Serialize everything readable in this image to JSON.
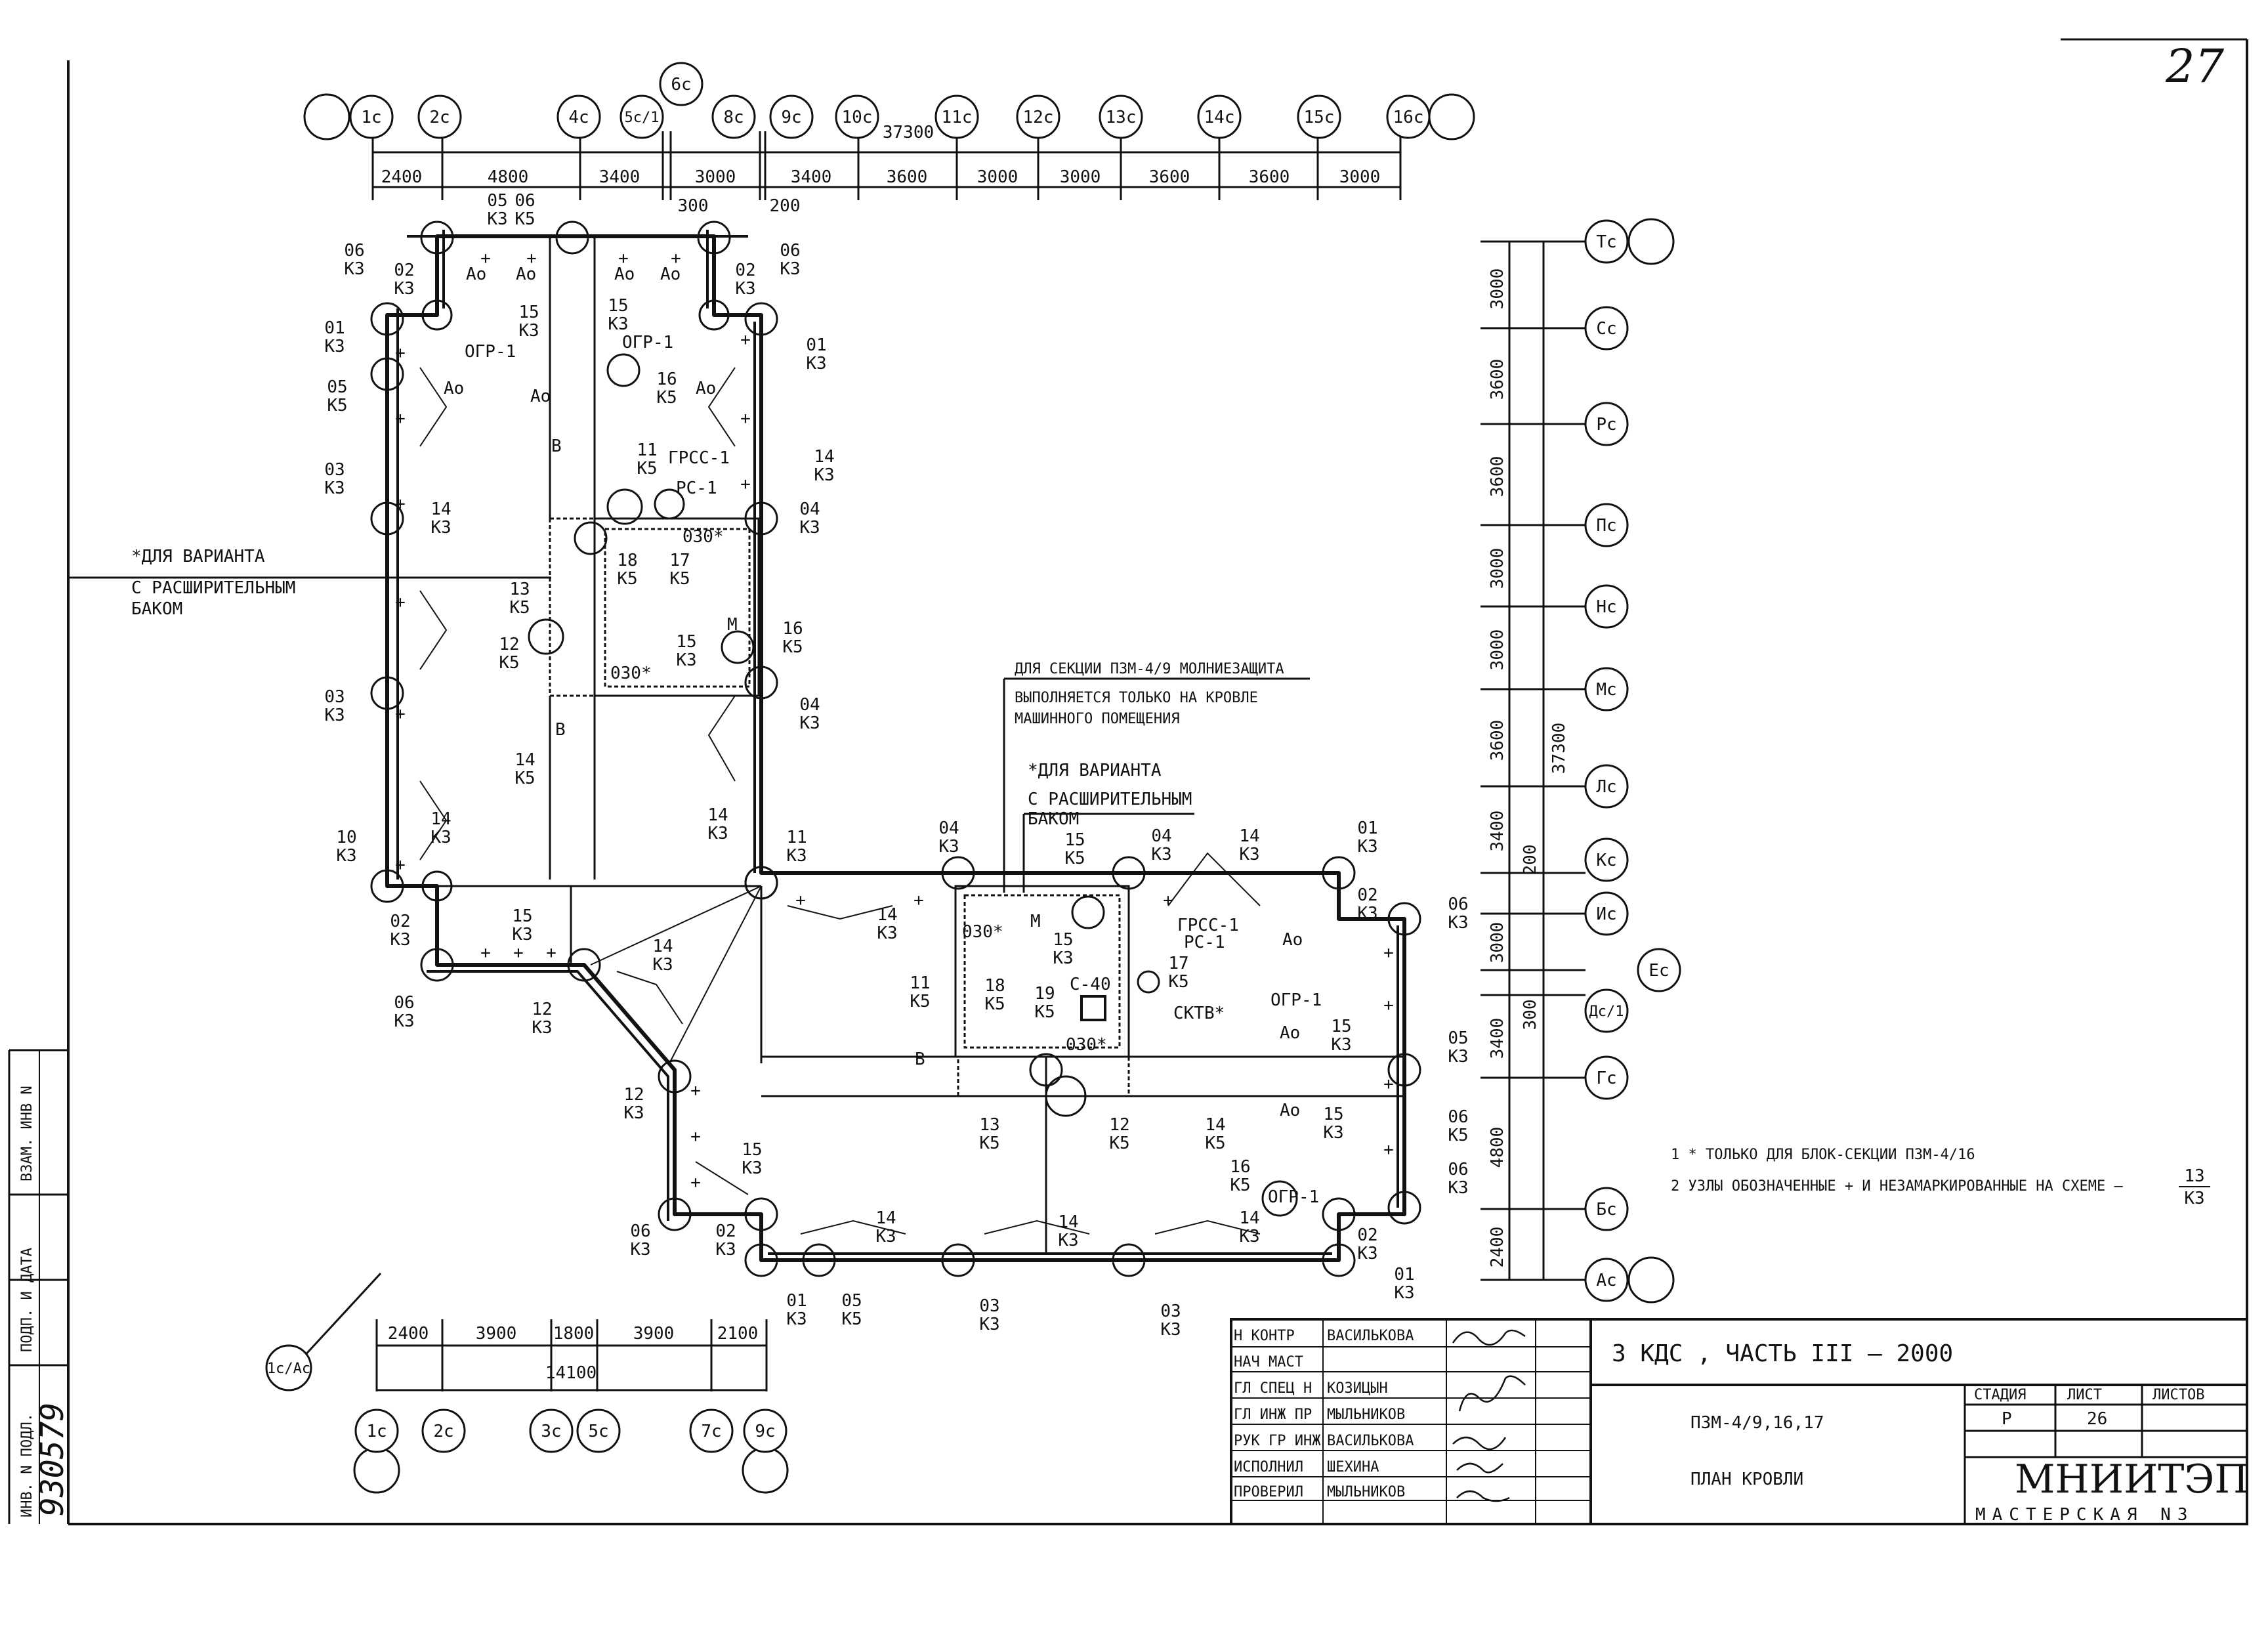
{
  "sheet": {
    "page_number": "27",
    "stamp_number": "930579",
    "side_labels": [
      "ИНВ. N ПОДЛ.",
      "ПОДП. И ДАТА",
      "ВЗАМ. ИНВ N"
    ]
  },
  "axes": {
    "top": [
      "1с",
      "2с",
      "4с",
      "5с/1",
      "6с",
      "8с",
      "9с",
      "10с",
      "11с",
      "12с",
      "13с",
      "14с",
      "15с",
      "16с"
    ],
    "top_total": "37300",
    "top_dims": [
      "2400",
      "4800",
      "3400",
      "300",
      "3000",
      "200",
      "3400",
      "3600",
      "3000",
      "3000",
      "3600",
      "3600",
      "3000"
    ],
    "right": [
      "Тс",
      "Сс",
      "Рс",
      "Пс",
      "Нс",
      "Мс",
      "Лс",
      "Кс",
      "Ис",
      "Ес",
      "Дс/1",
      "Гс",
      "Бс",
      "Ас"
    ],
    "right_total": "37300",
    "right_dims": [
      "3000",
      "3600",
      "3600",
      "3000",
      "3000",
      "3600",
      "3400",
      "200",
      "3000",
      "300",
      "3400",
      "4800",
      "2400"
    ],
    "bottom": [
      "1с",
      "2с",
      "3с",
      "5с",
      "7с",
      "9с"
    ],
    "bottom_total": "14100",
    "bottom_dims": [
      "2400",
      "3900",
      "1800",
      "3900",
      "2100"
    ],
    "corner": "1с/Ас"
  },
  "notes": {
    "variant_left": [
      "*ДЛЯ ВАРИАНТА",
      "С РАСШИРИТЕЛЬНЫМ",
      "БАКОМ"
    ],
    "lightning": [
      "ДЛЯ СЕКЦИИ ПЗМ-4/9 МОЛНИЕЗАЩИТА",
      "ВЫПОЛНЯЕТСЯ ТОЛЬКО НА КРОВЛЕ",
      "МАШИННОГО ПОМЕЩЕНИЯ"
    ],
    "variant_right": [
      "*ДЛЯ ВАРИАНТА",
      "С РАСШИРИТЕЛЬНЫМ",
      "БАКОМ"
    ],
    "legend": [
      "1  *  ТОЛЬКО ДЛЯ БЛОК-СЕКЦИИ ПЗМ-4/16",
      "2  УЗЛЫ ОБОЗНАЧЕННЫЕ + И НЕЗАМАРКИРОВАННЫЕ НА СХЕМЕ –"
    ],
    "legend_fraction": [
      "13",
      "К3"
    ]
  },
  "plan_labels": {
    "ogr": "ОГР-1",
    "ao": "Ао",
    "grss": "ГРСС-1",
    "rs": "РС-1",
    "o30": "030*",
    "m": "М",
    "v": "В",
    "s40": "С-40",
    "sktv": "СКТВ*"
  },
  "title_block": {
    "roles": [
      "Н КОНТР",
      "НАЧ МАСТ",
      "ГЛ СПЕЦ Н",
      "ГЛ ИНЖ ПР",
      "РУК ГР ИНЖ",
      "ИСПОЛНИЛ",
      "ПРОВЕРИЛ"
    ],
    "names": [
      "ВАСИЛЬКОВА",
      "",
      "КОЗИЦЫН",
      "МЫЛЬНИКОВ",
      "ВАСИЛЬКОВА",
      "ШЕХИНА",
      "МЫЛЬНИКОВ"
    ],
    "series": "3 КДС , ЧАСТЬ III – 2000",
    "project": "ПЗМ-4/9,16,17",
    "sheet_title": "ПЛАН КРОВЛИ",
    "headers": [
      "СТАДИЯ",
      "ЛИСТ",
      "ЛИСТОВ"
    ],
    "stage": "Р",
    "sheet_no": "26",
    "sheets": "",
    "org": "МНИИТЭП",
    "workshop": "МАСТЕРСКАЯ N3"
  }
}
